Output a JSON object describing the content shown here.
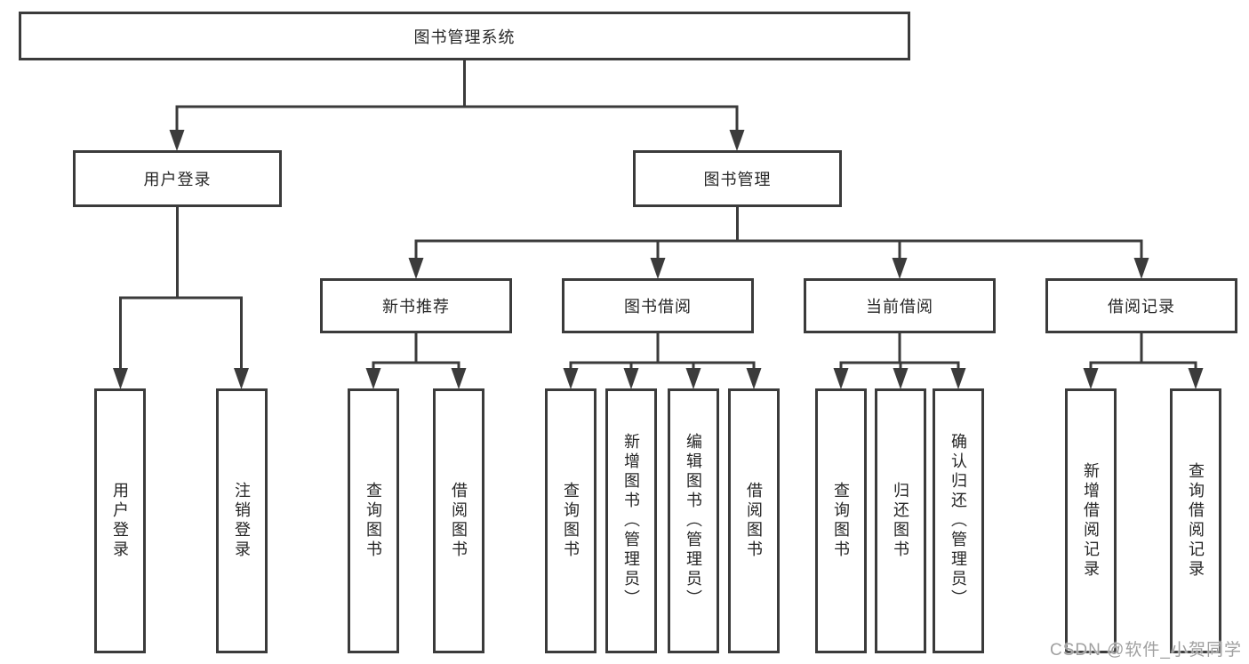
{
  "tree": {
    "label": "图书管理系统",
    "children": [
      {
        "label": "用户登录",
        "children": [
          {
            "label": "用户登录"
          },
          {
            "label": "注销登录"
          }
        ]
      },
      {
        "label": "图书管理",
        "children": [
          {
            "label": "新书推荐",
            "children": [
              {
                "label": "查询图书"
              },
              {
                "label": "借阅图书"
              }
            ]
          },
          {
            "label": "图书借阅",
            "children": [
              {
                "label": "查询图书"
              },
              {
                "label": "新增图书（管理员）"
              },
              {
                "label": "编辑图书（管理员）"
              },
              {
                "label": "借阅图书"
              }
            ]
          },
          {
            "label": "当前借阅",
            "children": [
              {
                "label": "查询图书"
              },
              {
                "label": "归还图书"
              },
              {
                "label": "确认归还（管理员）"
              }
            ]
          },
          {
            "label": "借阅记录",
            "children": [
              {
                "label": "新增借阅记录"
              },
              {
                "label": "查询借阅记录"
              }
            ]
          }
        ]
      }
    ]
  },
  "watermark": {
    "text": "CSDN @软件_小贺同学"
  },
  "colors": {
    "line": "#3b3b3b",
    "box_border": "#3b3b3b",
    "text": "#262626",
    "watermark": "#a0a0a0",
    "background": "#ffffff"
  }
}
